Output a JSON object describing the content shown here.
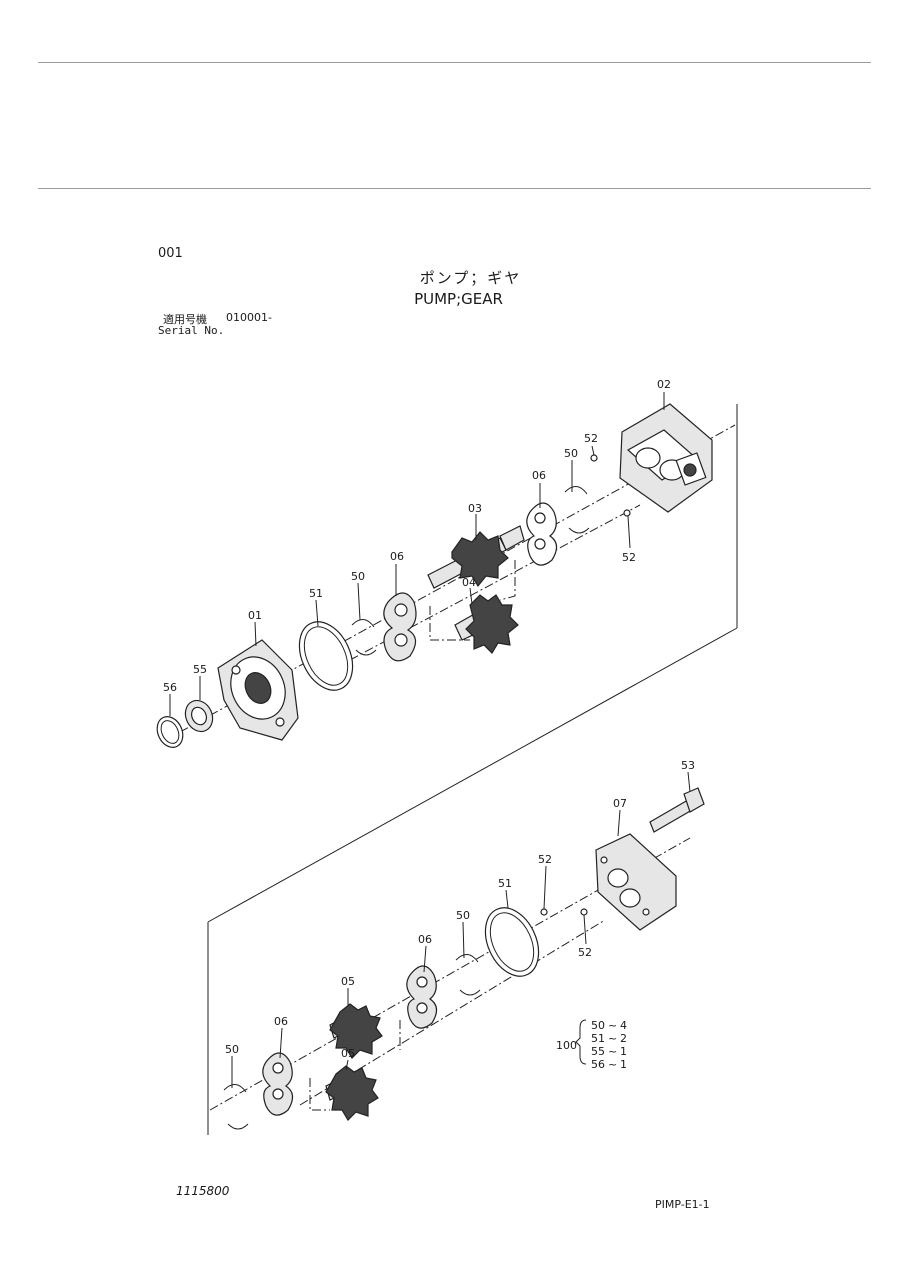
{
  "header": {
    "page_code": "001",
    "title_ja": "ポンプ；ギヤ",
    "title_en": "PUMP;GEAR",
    "serial_label_ja": "適用号機",
    "serial_value": "010001-",
    "serial_label_en": "Serial No."
  },
  "callouts": {
    "c01": "01",
    "c02": "02",
    "c03": "03",
    "c04": "04",
    "c05a": "05",
    "c05b": "05",
    "c06a": "06",
    "c06b": "06",
    "c06c": "06",
    "c06d": "06",
    "c07": "07",
    "c50a": "50",
    "c50b": "50",
    "c50c": "50",
    "c50d": "50",
    "c51a": "51",
    "c51b": "51",
    "c52a": "52",
    "c52b": "52",
    "c52c": "52",
    "c52d": "52",
    "c53": "53",
    "c55": "55",
    "c56": "56"
  },
  "kit": {
    "label": "100",
    "rows": [
      {
        "part": "50",
        "qty": "4"
      },
      {
        "part": "51",
        "qty": "2"
      },
      {
        "part": "55",
        "qty": "1"
      },
      {
        "part": "56",
        "qty": "1"
      }
    ]
  },
  "footer": {
    "drawing_no": "1115800",
    "sheet_id": "PIMP-E1-1"
  }
}
